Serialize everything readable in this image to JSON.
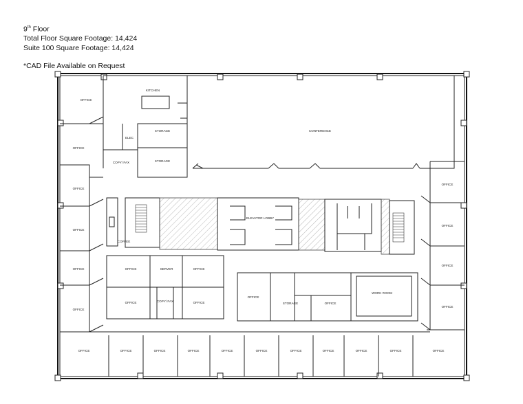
{
  "header": {
    "floor_number": "9",
    "floor_suffix": "th",
    "floor_word": "Floor",
    "total_sqft": "Total Floor Square Footage: 14,424",
    "suite_sqft": "Suite 100 Square Footage: 14,424",
    "cad_note": "*CAD File Available on Request"
  },
  "rooms": {
    "office": "OFFICE",
    "kitchen": "KITCHEN",
    "storage": "STORAGE",
    "conference": "CONFERENCE",
    "elec": "ELEC",
    "copy_fax": "COPY/ FAX",
    "elevator_lobby": "ELEVATOR LOBBY",
    "server": "SERVER",
    "coffee": "COFFEE",
    "work_room": "WORK ROOM"
  },
  "colors": {
    "wall": "#222222",
    "hatch": "#888888"
  }
}
